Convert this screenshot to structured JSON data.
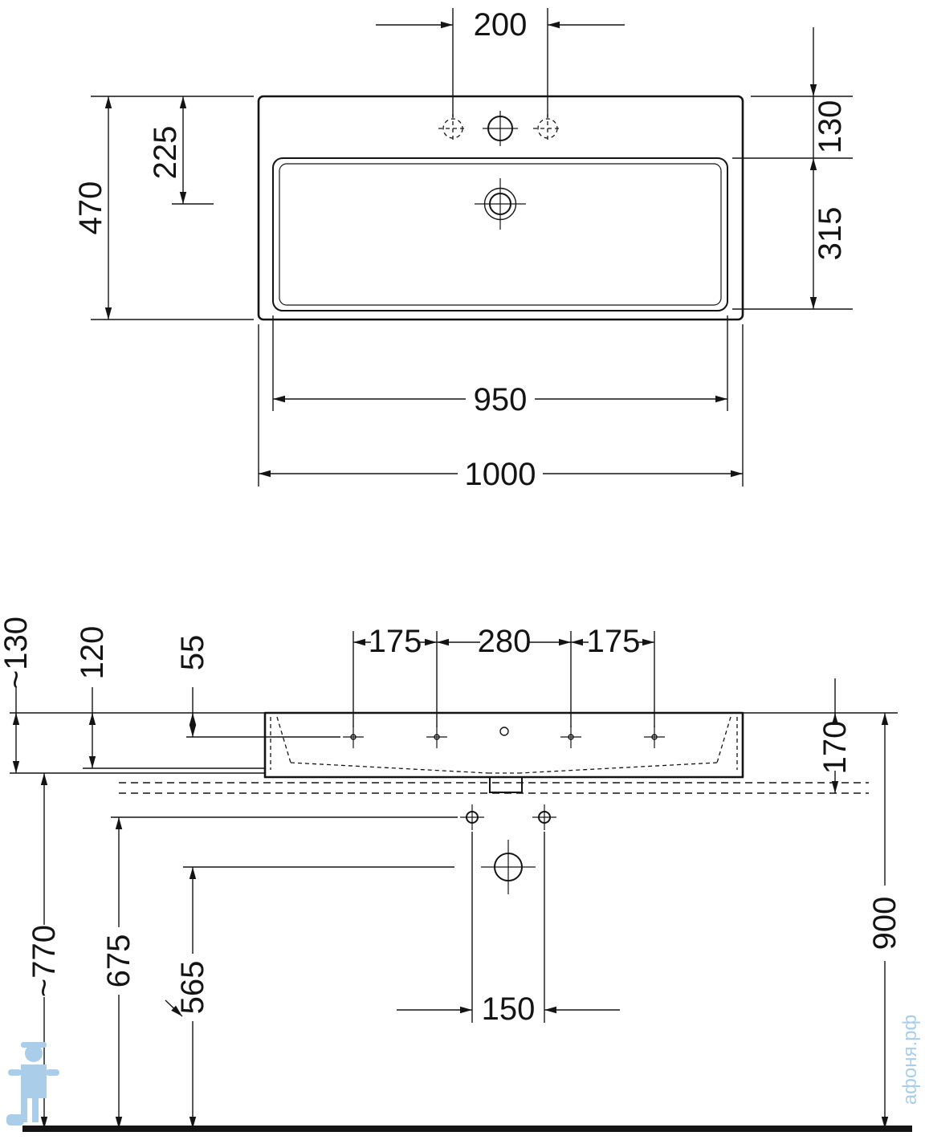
{
  "watermark": {
    "site": "афоня.рф"
  },
  "top_view": {
    "dims": {
      "tap_spacing": "200",
      "overall_depth": "470",
      "drain_offset": "225",
      "rim_offset": "130",
      "bowl_depth": "315",
      "bowl_width": "950",
      "overall_width": "1000"
    }
  },
  "front_view": {
    "dims": {
      "pitch_left": "175",
      "pitch_center": "280",
      "pitch_right": "175",
      "bracket_drop": "~130",
      "overflow_drop": "120",
      "tap_drop": "55",
      "apron_depth": "170",
      "rim_height": "900",
      "bracket_height": "~770",
      "bolt_height": "675",
      "trap_height": "565",
      "bolt_spacing": "150"
    }
  }
}
